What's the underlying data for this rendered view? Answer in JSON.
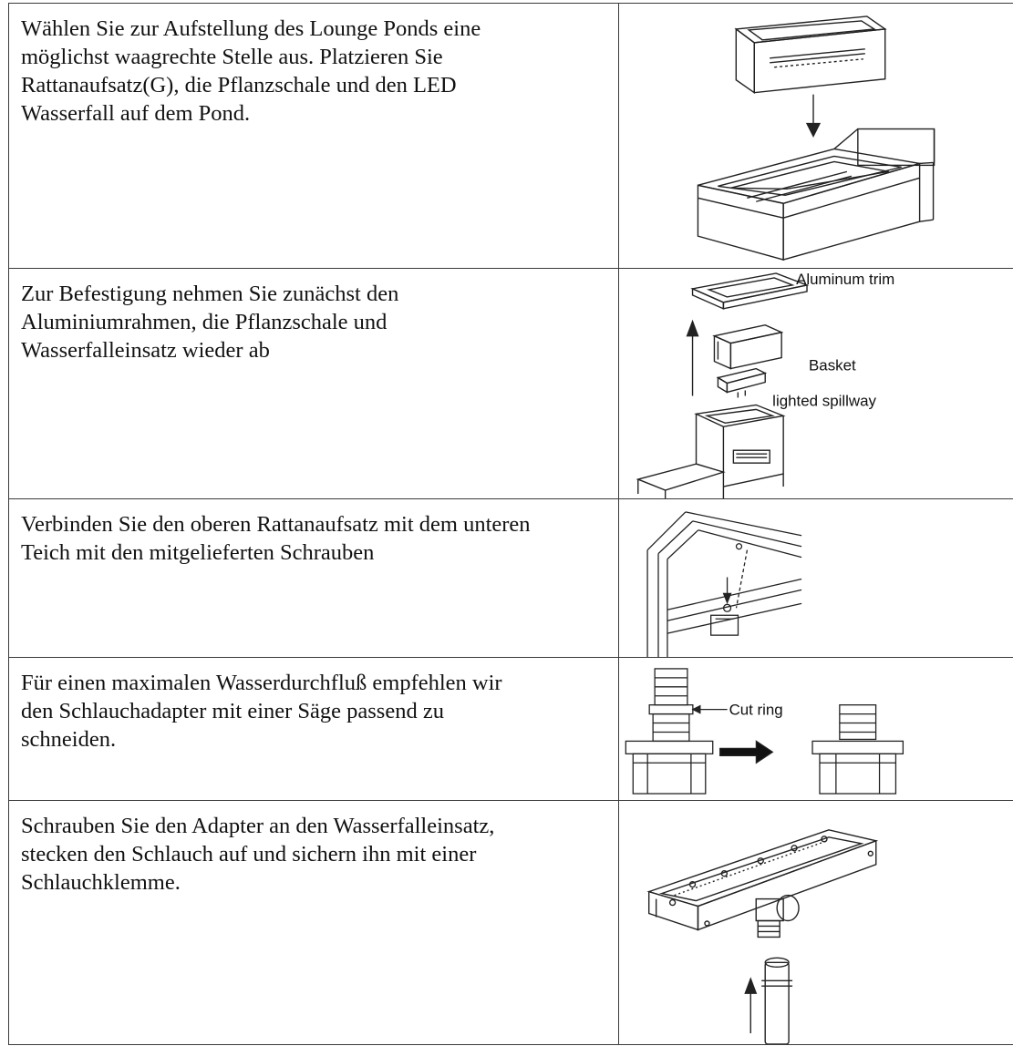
{
  "steps": [
    {
      "text": "Wählen Sie zur Aufstellung des Lounge Ponds eine\nmöglichst waagrechte Stelle aus. Platzieren Sie\nRattanaufsatz(G), die Pflanzschale und den LED\nWasserfall auf dem Pond.",
      "figure": "pond-assembly-drawing"
    },
    {
      "text": "Zur Befestigung nehmen Sie zunächst den\nAluminiumrahmen, die Pflanzschale und\nWasserfalleinsatz wieder ab",
      "figure": "exploded-parts-drawing",
      "labels": {
        "trim": "Aluminum trim",
        "basket": "Basket",
        "spillway": "lighted spillway"
      }
    },
    {
      "text": "Verbinden Sie den oberen Rattanaufsatz mit dem unteren\nTeich mit den mitgelieferten Schrauben",
      "figure": "screw-connection-drawing"
    },
    {
      "text": "Für einen maximalen Wasserdurchfluß empfehlen wir\nden Schlauchadapter  mit einer Säge passend zu\nschneiden.",
      "figure": "hose-adapter-cut-drawing",
      "labels": {
        "cut": "Cut ring"
      }
    },
    {
      "text": "Schrauben Sie den Adapter an den Wasserfalleinsatz,\nstecken den Schlauch auf und sichern ihn mit einer\nSchlauchklemme.",
      "figure": "spillway-hose-drawing"
    }
  ]
}
